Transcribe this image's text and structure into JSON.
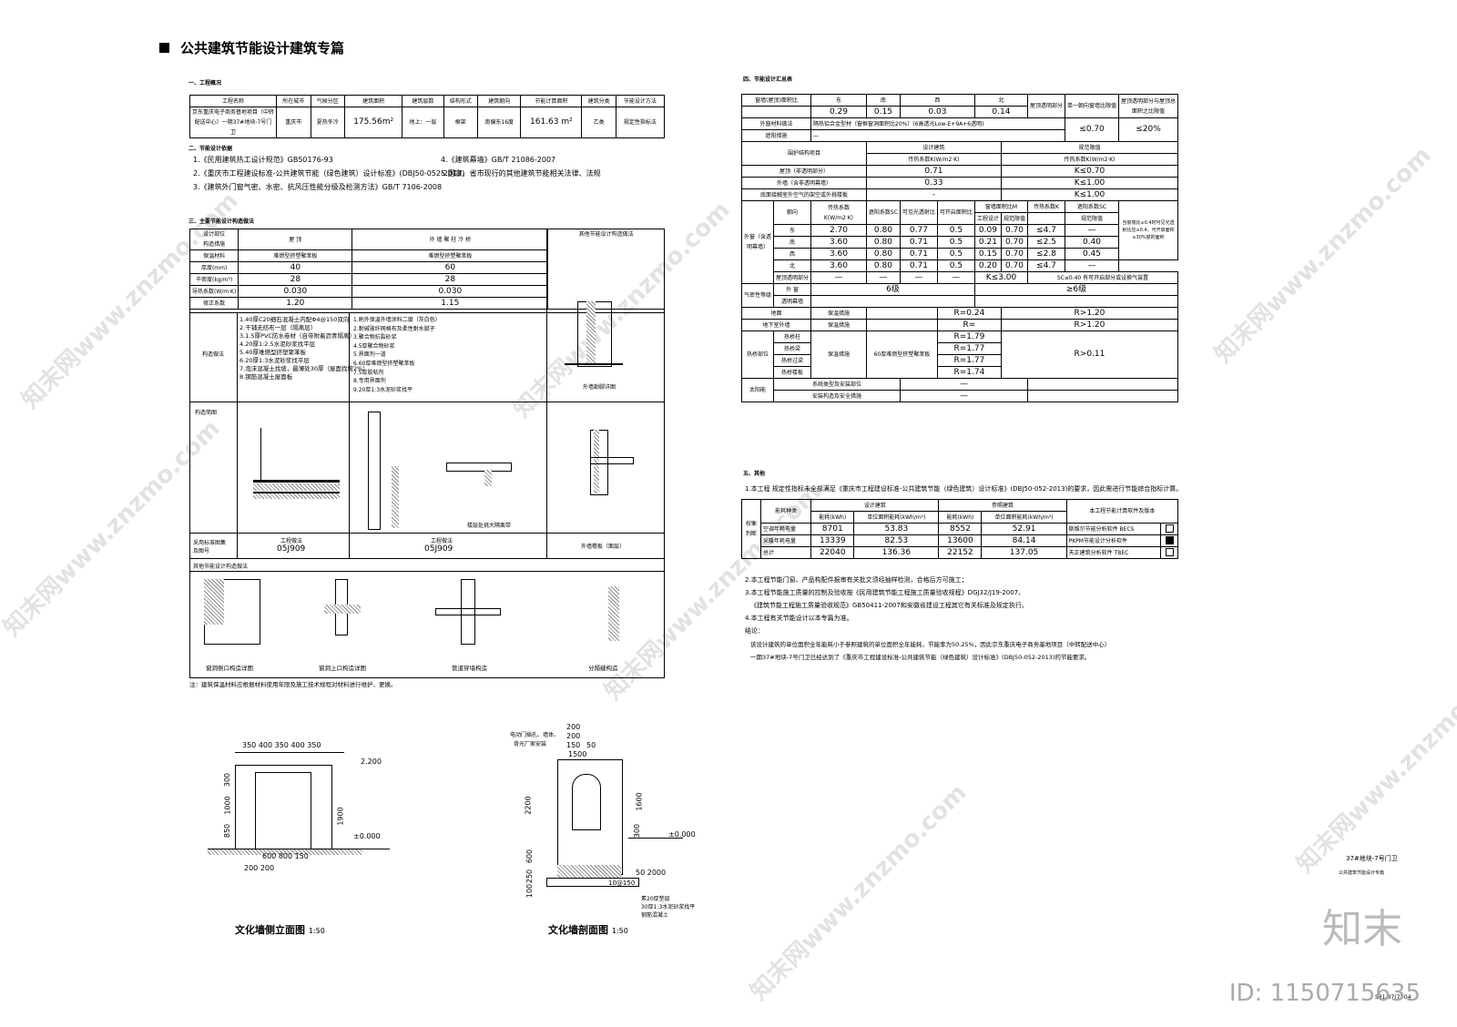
{
  "title": "公共建筑节能设计建筑专篇",
  "sections": {
    "s1": "一、工程概况",
    "s2": "二、节能设计依据",
    "s3": "三、主要节能设计构造做法",
    "s4": "四、节能设计汇总表",
    "s5": "五、其他"
  },
  "overview": {
    "headers": [
      "工程名称",
      "所在城市",
      "气候分区",
      "建筑面积",
      "建筑层数",
      "结构形式",
      "建筑朝向",
      "节能计算面积",
      "建筑分类",
      "节能设计方法"
    ],
    "values": [
      "京东重庆电子商务基地项目（中转配送中心）一期37#地块-7号门卫",
      "重庆市",
      "夏热冬冷",
      "175.56m²",
      "地上：一层",
      "框架",
      "南偏东16度",
      "161.63 m²",
      "乙类",
      "规定性指标法"
    ]
  },
  "basis": [
    "1.《民用建筑热工设计规范》GB50176-93",
    "2.《重庆市工程建设标准-公共建筑节能（绿色建筑）设计标准》(DBJ50-052-2013)",
    "3.《建筑外门窗气密、水密、抗风压性能分级及检测方法》GB/T 7106-2008",
    "4.《建筑幕墙》GB/T 21086-2007",
    "5.国家、省市现行的其他建筑节能相关法律、法规"
  ],
  "construction": {
    "head_left": "设计部位",
    "head_left2": "构造措施",
    "col_roof": "屋 顶",
    "col_wall": "外 墙 聚 柱 冷 桥",
    "col_other": "其他节能设计构造做法",
    "rows": [
      {
        "label": "保温材料",
        "roof": "难燃型挤塑聚苯板",
        "wall": "难燃型挤塑聚苯板"
      },
      {
        "label": "厚度(mm)",
        "roof": "40",
        "wall": "60"
      },
      {
        "label": "干密度(kg/m³)",
        "roof": "28",
        "wall": "28"
      },
      {
        "label": "导热系数(W/m·K)",
        "roof": "0.030",
        "wall": "0.030"
      },
      {
        "label": "修正系数",
        "roof": "1.20",
        "wall": "1.15"
      }
    ],
    "method_label": "构造做法",
    "roof_method": [
      "1.40厚C20细石混凝土内配Φ4@150双向",
      "2.干铺无纺布一层（隔离层）",
      "3.1.5厚PVC防水卷材（自带附着沥青隔离）",
      "4.20厚1:2.5水泥砂浆找平层",
      "5.40厚难燃型挤塑聚苯板",
      "6.20厚1:3水泥砂浆找平层",
      "7.泡沫混凝土找坡，最薄处30厚（屋面找坡2%）",
      "8.钢筋混凝土屋面板"
    ],
    "wall_method": [
      "1.刷外保温外墙涂料二度（灰白色）",
      "2.耐碱玻纤网格布及柔性耐水腻子",
      "3.聚合物抗裂砂浆",
      "4.5厚聚合物砂浆",
      "5.界面剂一道",
      "6.60厚难燃型挤塑聚苯板",
      "7.5厚胶粘剂",
      "8.专用界面剂",
      "9.20厚1:3水泥砂浆找平"
    ],
    "section_label": "构造简图",
    "wall_detail_caption": "外墙勒脚详图",
    "eave_caption": "楼层处挑大隔离带",
    "std_label": "采用标准图集",
    "std_sub": "及图号",
    "std_roof": "工程做法",
    "std_roof_no": "05J909",
    "std_wall": "工程做法",
    "std_wall_no": "05J909",
    "std_other": "外墙檐板（面层）",
    "other_detail_title": "其他节能设计构造做法",
    "details": [
      "窗洞侧口构造详图",
      "窗洞上口构造详图",
      "管道穿墙构造",
      "分隔缝构造"
    ],
    "footnote": "注：建筑保温材料应根据材料使用年限及施工技术规程对材料进行维护、更换。"
  },
  "summary": {
    "window_wall_label": "窗墙(屋顶)面积比",
    "dirs": [
      "东",
      "南",
      "西",
      "北"
    ],
    "window_wall_vals": [
      "0.29",
      "0.15",
      "0.03",
      "0.14"
    ],
    "skylight_label": "屋顶透明部分",
    "single_ratio_label": "单一朝向窗墙比限值",
    "skylight_area_label": "屋顶透明部分与屋顶总面积之比限值",
    "ext_window_label": "外窗材料做法",
    "ext_window_val": "隔热铝合金型材（窗框窗洞面积比20%）(6高透光Low-E+9A+6透明)",
    "limit1": "≤0.70",
    "limit2": "≤20%",
    "shade_label": "遮阳措施",
    "shade_val": "—",
    "envelope_label": "围护结构项目",
    "design_label": "设计建筑",
    "norm_label": "规范限值",
    "k_label": "传热系数K(W/m2·K)",
    "roof_label": "屋顶（非透明部分）",
    "roof_val": "0.71",
    "roof_lim": "K≤0.70",
    "wall_label": "外墙（含非透明幕墙）",
    "wall_val": "0.33",
    "wall_lim": "K≤1.00",
    "floor_label": "底面接触室外空气的架空或外挑楼板",
    "floor_val": "-",
    "floor_lim": "K≤1.00",
    "win_group": "外窗（含透明幕墙）",
    "win_heads": [
      "朝向",
      "传热系数K(W/m2·K)",
      "遮阳系数SC",
      "可见光透射比",
      "可开启面积比",
      "窗墙面积比M",
      "传热系数K",
      "遮阳系数SC",
      "规范限值"
    ],
    "win_sub": [
      "工程设计",
      "规范限值"
    ],
    "win_rows": [
      [
        "东",
        "2.70",
        "0.80",
        "0.77",
        "0.5",
        "0.09",
        "0.70",
        "≤4.7",
        "—"
      ],
      [
        "南",
        "3.60",
        "0.80",
        "0.71",
        "0.5",
        "0.21",
        "0.70",
        "≤2.5",
        "0.40"
      ],
      [
        "西",
        "3.60",
        "0.80",
        "0.71",
        "0.5",
        "0.15",
        "0.70",
        "≤2.8",
        "0.45"
      ],
      [
        "北",
        "3.60",
        "0.80",
        "0.71",
        "0.5",
        "0.20",
        "0.70",
        "≤4.7",
        "—"
      ]
    ],
    "win_note": "当窗墙比≤0.4时可见光透射比应≥0.4，可开启面积≥30%窗的面积",
    "skylight_row": [
      "屋顶透明部分",
      "—",
      "—",
      "—",
      "—",
      "K≤3.00",
      "SC≤0.40 有可开启部分或设换气装置"
    ],
    "airtight_label": "气密性等级",
    "airtight_win": "外 窗",
    "airtight_wall": "透明幕墙",
    "airtight_val": "6级",
    "airtight_lim": "≥6级",
    "ground_label": "地面",
    "ground_method": "保温措施",
    "ground_val": "R=0.24",
    "ground_lim": "R>1.20",
    "basement_label": "地下室外墙",
    "basement_method": "保温措施",
    "basement_val": "R=",
    "basement_lim": "R>1.20",
    "bridge_group": "热桥部位",
    "bridges": [
      "热桥柱",
      "热桥梁",
      "热桥过梁",
      "热桥楼板"
    ],
    "bridge_method": "保温措施",
    "bridge_material": "60厚难燃型挤塑聚苯板",
    "bridge_vals": [
      "R=1.79",
      "R=1.77",
      "R=1.77",
      "R=1.74"
    ],
    "bridge_lim": "R>0.11",
    "solar_label": "太阳能",
    "solar_rows": [
      "系统类型及安装部位",
      "安装构造及安全措施"
    ],
    "solar_val": "—"
  },
  "other": {
    "line1": "1.本工程   规定性指标未全部满足《重庆市工程建设标准-公共建筑节能（绿色建筑）设计标准》(DBJ50-052-2013)的要求，因此需进行节能综合指标计算。",
    "weigh_label": "权衡判断",
    "heads": [
      "能耗种类",
      "设计建筑",
      "",
      "参照建筑",
      "",
      "本工程节能计算软件及版本"
    ],
    "sub_heads": [
      "能耗(kWh)",
      "单位面积能耗(kWh/m²)",
      "能耗(kWh)",
      "单位面积能耗(kWh/m²)"
    ],
    "rows": [
      [
        "空调年耗电量",
        "8701",
        "53.83",
        "8552",
        "52.91",
        "斯维尔节能分析软件 BECS"
      ],
      [
        "采暖年耗电量",
        "13339",
        "82.53",
        "13600",
        "84.14",
        "PKPM节能设计分析软件"
      ],
      [
        "总计",
        "22040",
        "136.36",
        "22152",
        "137.05",
        "天正建筑分析软件 TBEC"
      ]
    ],
    "notes": [
      "2.本工程节能门窗、产品构配件报审有关批文须经抽样检测，合格后方可施工；",
      "3.本工程节能施工质量的控制及验收按《民用建筑节能工程施工质量验收规程》DGJ32/J19-2007、",
      "《建筑节能工程施工质量验收规范》GB50411-2007和安徽省建设工程其它有关标准及规定执行。",
      "4.本工程有关节能设计以本专篇为准。"
    ],
    "conclusion_label": "结论：",
    "conclusion1": "该设计建筑的单位面积全年能耗小于参照建筑的单位面积全年能耗，节能率为50.25%，因此京东重庆电子商务基地项目（中转配送中心）",
    "conclusion2": "一期37#地块-7号门卫已经达到了《重庆市工程建设标准-公共建筑节能（绿色建筑）设计标准》(DBJ50-052-2013)的节能要求。"
  },
  "drawings": {
    "elev_caption": "文化墙侧立面图",
    "elev_scale": "1:50",
    "sect_caption": "文化墙剖面图",
    "sect_scale": "1:50",
    "elev_dims_top": "350 400 350 400 350",
    "elev_dims_bottom": "600 800 150",
    "elev_dims_bottom2": "200 200",
    "elev_left": [
      "300",
      "1000",
      "850"
    ],
    "elev_right": "1900",
    "level_top": "2.200",
    "level_zero": "±0.000",
    "sect_top": [
      "200",
      "200",
      "150",
      "50",
      "1500"
    ],
    "sect_left": [
      "2200",
      "600",
      "250",
      "100"
    ],
    "sect_right": [
      "1600",
      "300"
    ],
    "sect_bottom": "50 2000",
    "sect_bottom2": "10@150",
    "sect_notes": [
      "素20厚垫层",
      "30厚1:3水泥砂浆找平",
      "钢筋混凝土"
    ],
    "sect_labels": [
      "电动门插孔、墙体、",
      "背光厂家安装"
    ]
  },
  "sheet": {
    "name": "37#地块-7号门卫",
    "sub": "公共建筑节能设计专篇",
    "code": "S31-37(7)-04"
  },
  "watermark": {
    "logo": "知末",
    "id": "ID: 1150715635",
    "text": "知末网www.znzmo.com"
  }
}
